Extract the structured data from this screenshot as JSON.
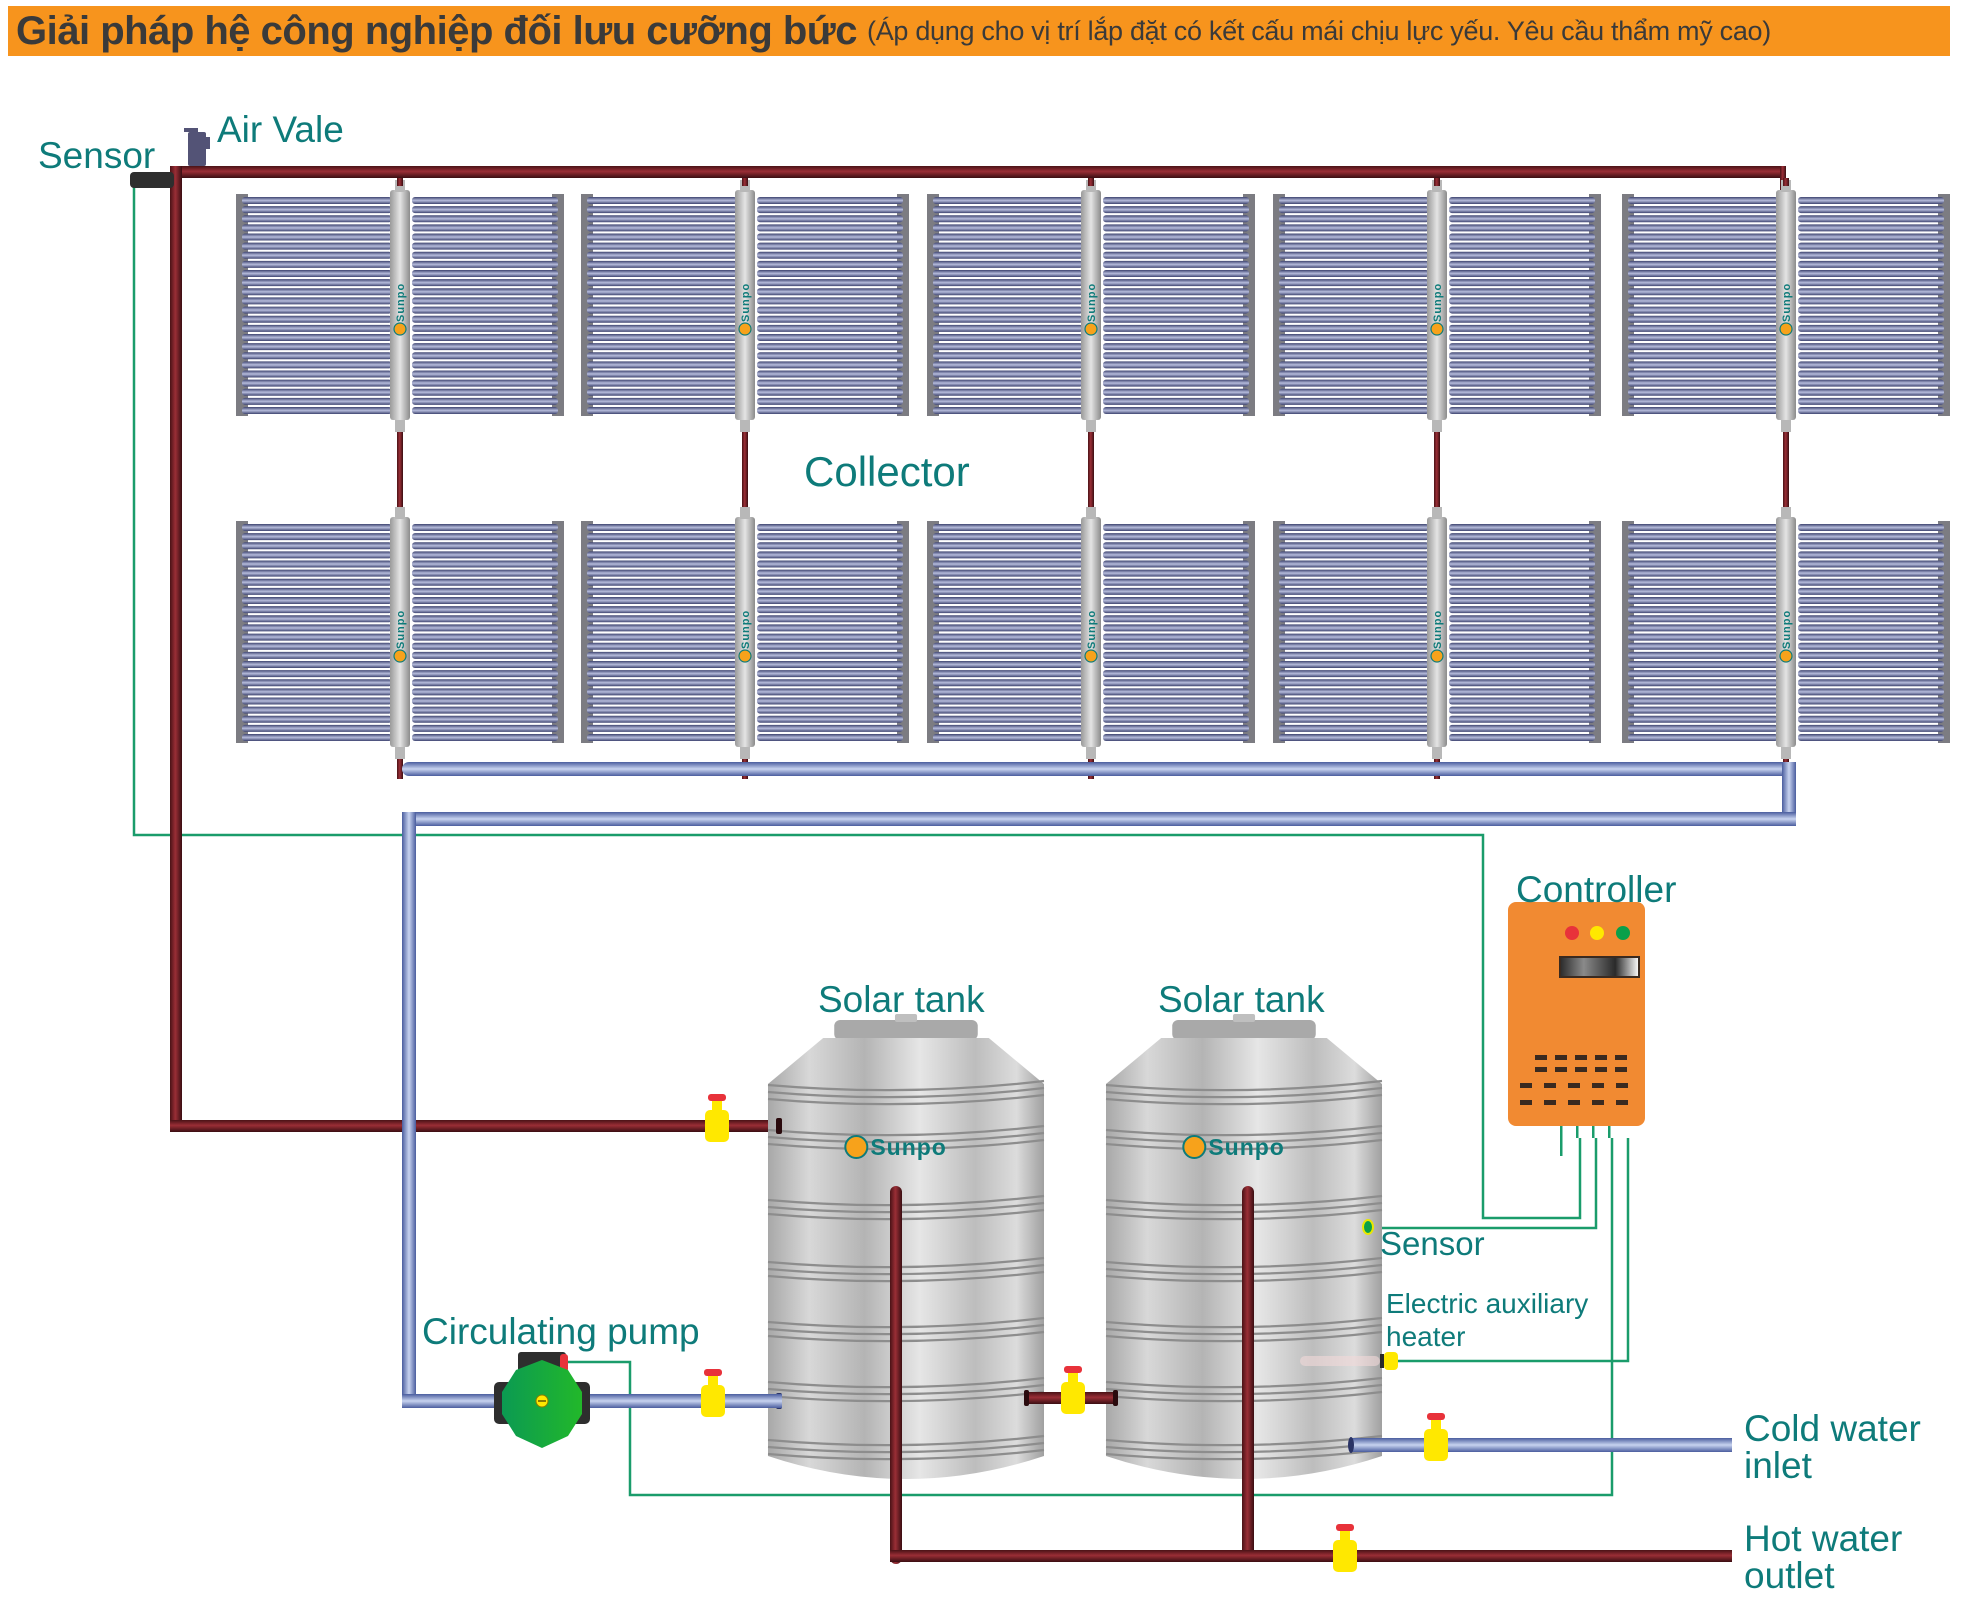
{
  "header": {
    "title": "Giải pháp hệ công nghiệp đối lưu cưỡng bức",
    "subtitle": "(Áp dụng cho vị trí lắp đặt có kết cấu mái chịu lực yếu. Yêu cầu thẩm mỹ cao)"
  },
  "labels": {
    "sensor_top": "Sensor",
    "air_vale": "Air Vale",
    "collector": "Collector",
    "controller": "Controller",
    "solar_tank_1": "Solar tank",
    "solar_tank_2": "Solar tank",
    "sensor_tank": "Sensor",
    "heater_line1": "Electric auxiliary",
    "heater_line2": "heater",
    "circulating_pump": "Circulating pump",
    "cold_inlet_line1": "Cold water",
    "cold_inlet_line2": "inlet",
    "hot_outlet_line1": "Hot water",
    "hot_outlet_line2": "outlet"
  },
  "brand": {
    "name": "Sunpo"
  },
  "collector_grid": {
    "rows": 2,
    "columns": 5
  },
  "controller": {
    "indicator_lights": [
      "red",
      "yellow",
      "green"
    ]
  },
  "colors": {
    "accent_header": "#f7941d",
    "label_text": "#0e7b7a",
    "hot_pipe": "#7a2128",
    "cold_pipe": "#6f86c4",
    "signal_wire": "#1a9c6b",
    "controller_body": "#f18a32",
    "valve": "#ffe800",
    "valve_handle": "#e8323a",
    "pump": "#14a84a"
  }
}
